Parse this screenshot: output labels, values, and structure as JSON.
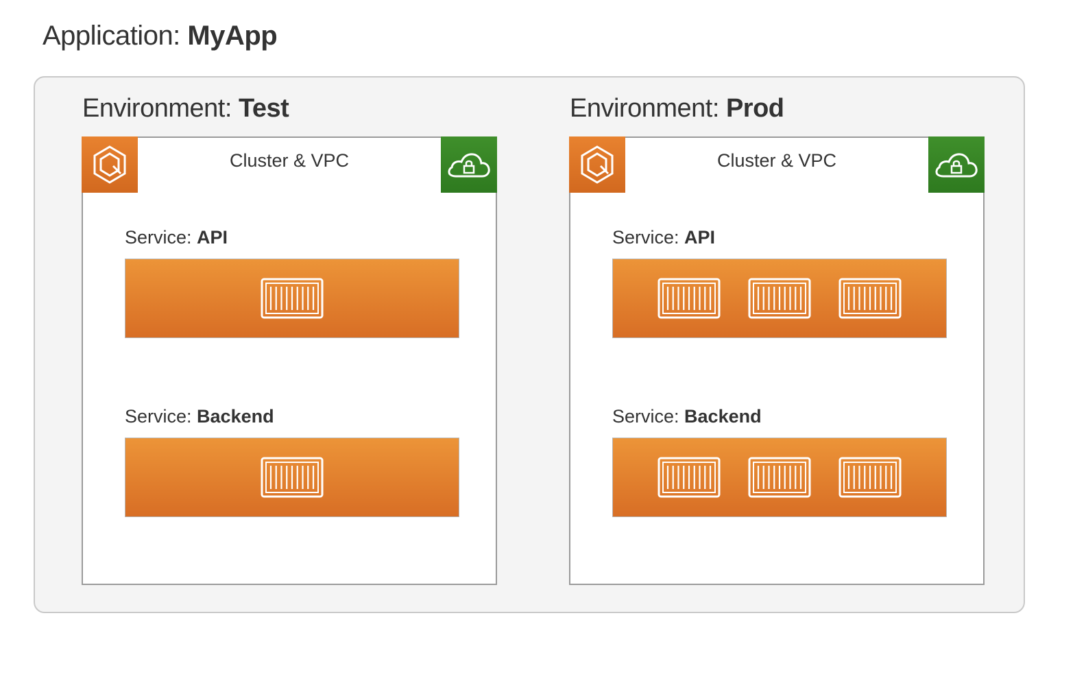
{
  "application": {
    "prefix": "Application: ",
    "name": "MyApp"
  },
  "environments": [
    {
      "prefix": "Environment: ",
      "name": "Test",
      "cluster_label": "Cluster & VPC",
      "services": [
        {
          "prefix": "Service: ",
          "name": "API",
          "task_count": 1
        },
        {
          "prefix": "Service: ",
          "name": "Backend",
          "task_count": 1
        }
      ]
    },
    {
      "prefix": "Environment: ",
      "name": "Prod",
      "cluster_label": "Cluster & VPC",
      "services": [
        {
          "prefix": "Service: ",
          "name": "API",
          "task_count": 3
        },
        {
          "prefix": "Service: ",
          "name": "Backend",
          "task_count": 3
        }
      ]
    }
  ],
  "icons": {
    "cluster": "ecs-cluster-icon",
    "vpc": "vpc-cloud-lock-icon",
    "task": "container-task-icon"
  },
  "colors": {
    "service_orange": "#e07d2c",
    "ecs_orange": "#dd7626",
    "vpc_green": "#36842a",
    "app_background": "#f4f4f4"
  }
}
